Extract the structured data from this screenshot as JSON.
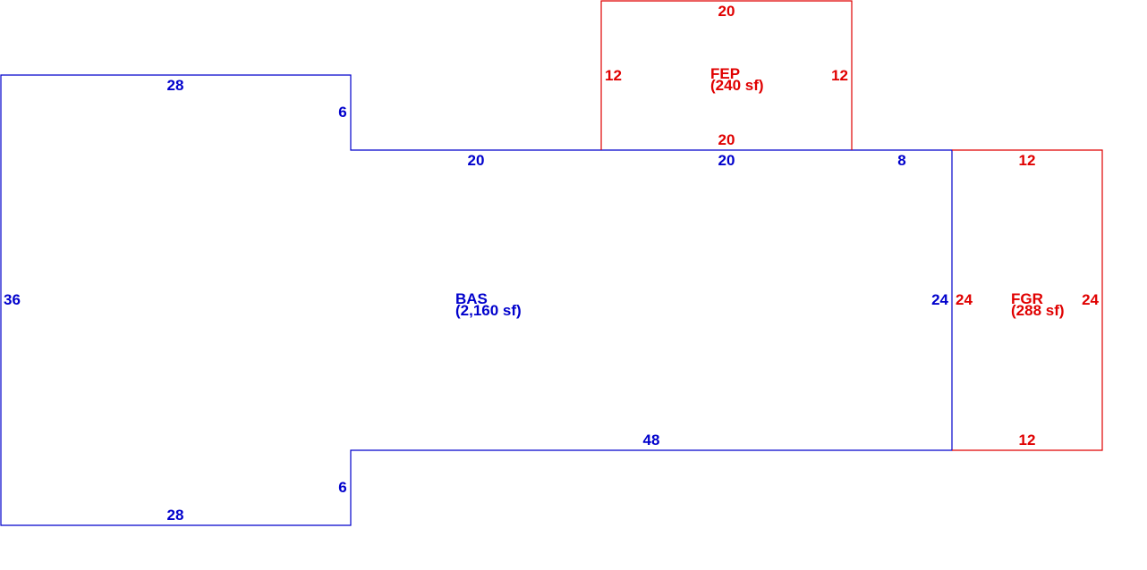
{
  "colors": {
    "main": "#0000cc",
    "addition": "#e00000",
    "background": "#ffffff"
  },
  "areas": {
    "bas": {
      "code": "BAS",
      "size": "(2,160 sf)",
      "dims": {
        "top_left": "28",
        "left_upper_step": "6",
        "top_mid": "20",
        "top_center": "20",
        "top_right": "8",
        "left": "36",
        "right": "24",
        "bottom_mid": "48",
        "left_lower_step": "6",
        "bottom_left": "28"
      }
    },
    "fep": {
      "code": "FEP",
      "size": "(240 sf)",
      "dims": {
        "top": "20",
        "left": "12",
        "right": "12",
        "bottom": "20"
      }
    },
    "fgr": {
      "code": "FGR",
      "size": "(288 sf)",
      "dims": {
        "top": "12",
        "left": "24",
        "right": "24",
        "bottom": "12"
      }
    }
  }
}
